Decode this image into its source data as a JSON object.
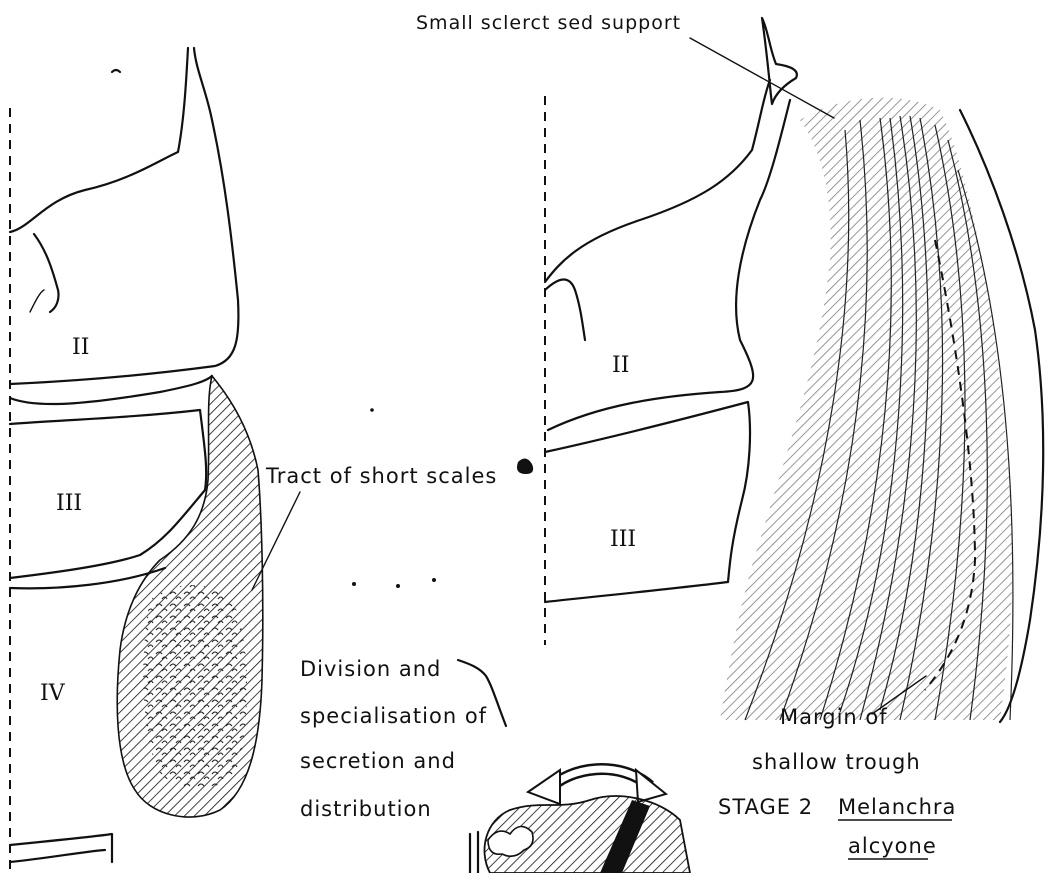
{
  "labels": {
    "small_support": "Small sclerct sed support",
    "tract_short_scales": "Tract of short scales",
    "division_line1": "Division  and",
    "division_line2": "specialisation  of",
    "division_line3": "secretion and",
    "division_line4": "distribution",
    "margin_line1": "Margin of",
    "margin_line2": "shallow trough",
    "stage": "STAGE 2",
    "species_line1": "Melanchra",
    "species_line2": "alcyone"
  },
  "segments_left": [
    "II",
    "III",
    "IV"
  ],
  "segments_right": [
    "II",
    "III"
  ]
}
